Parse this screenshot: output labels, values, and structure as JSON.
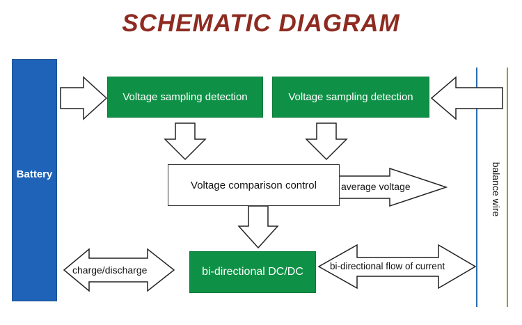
{
  "title": "SCHEMATIC DIAGRAM",
  "nodes": {
    "battery": "Battery",
    "sampling_left": "Voltage sampling detection",
    "sampling_right": "Voltage sampling detection",
    "comparison": "Voltage comparison control",
    "dcdc": "bi-directional DC/DC"
  },
  "arrow_labels": {
    "average_voltage": "average voltage",
    "charge_discharge": "charge/discharge",
    "bidirectional_flow": "bi-directional flow of current"
  },
  "wire_label": "balance wire",
  "colors": {
    "title": "#8e2b20",
    "battery": "#1e63b8",
    "green_box": "#0e9146",
    "wire_blue": "#2b6cb0",
    "wire_green": "#7ea83a"
  }
}
